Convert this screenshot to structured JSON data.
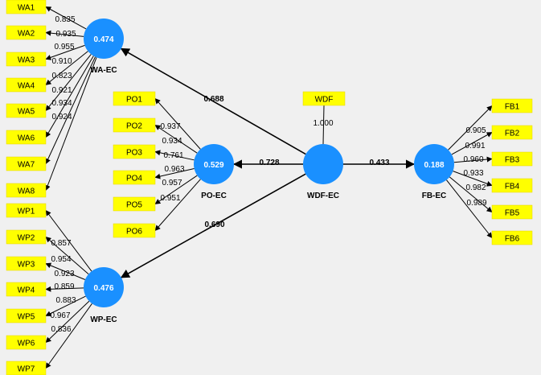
{
  "colors": {
    "latent": "#1a90ff",
    "indicator": "#ffff00",
    "background": "#f0f0f0",
    "arrow": "#000000"
  },
  "latents": [
    {
      "id": "wa",
      "name": "WA-EC",
      "value": "0.474"
    },
    {
      "id": "po",
      "name": "PO-EC",
      "value": "0.529"
    },
    {
      "id": "wdf",
      "name": "WDF-EC",
      "value": ""
    },
    {
      "id": "fb",
      "name": "FB-EC",
      "value": "0.188"
    },
    {
      "id": "wp",
      "name": "WP-EC",
      "value": "0.476"
    }
  ],
  "paths": [
    {
      "from": "wdf",
      "to": "wa",
      "value": "0.688"
    },
    {
      "from": "wdf",
      "to": "po",
      "value": "0.728"
    },
    {
      "from": "wdf",
      "to": "fb",
      "value": "0.433"
    },
    {
      "from": "wdf",
      "to": "wp",
      "value": "0.690"
    }
  ],
  "indicators": {
    "wa": [
      {
        "label": "WA1",
        "loading": "0.835"
      },
      {
        "label": "WA2",
        "loading": "0.935"
      },
      {
        "label": "WA3",
        "loading": "0.955"
      },
      {
        "label": "WA4",
        "loading": "0.910"
      },
      {
        "label": "WA5",
        "loading": "0.823"
      },
      {
        "label": "WA6",
        "loading": "0.921"
      },
      {
        "label": "WA7",
        "loading": "0.934"
      },
      {
        "label": "WA8",
        "loading": "0.924"
      }
    ],
    "po": [
      {
        "label": "PO1",
        "loading": "0.937"
      },
      {
        "label": "PO2",
        "loading": "0.934"
      },
      {
        "label": "PO3",
        "loading": "0.761"
      },
      {
        "label": "PO4",
        "loading": "0.963"
      },
      {
        "label": "PO5",
        "loading": "0.957"
      },
      {
        "label": "PO6",
        "loading": "0.951"
      }
    ],
    "fb": [
      {
        "label": "FB1",
        "loading": "0.905"
      },
      {
        "label": "FB2",
        "loading": "0.991"
      },
      {
        "label": "FB3",
        "loading": "0.960"
      },
      {
        "label": "FB4",
        "loading": "0.933"
      },
      {
        "label": "FB5",
        "loading": "0.982"
      },
      {
        "label": "FB6",
        "loading": "0.989"
      }
    ],
    "wp": [
      {
        "label": "WP1",
        "loading": "0.857"
      },
      {
        "label": "WP2",
        "loading": "0.954"
      },
      {
        "label": "WP3",
        "loading": "0.923"
      },
      {
        "label": "WP4",
        "loading": "0.859"
      },
      {
        "label": "WP5",
        "loading": "0.883"
      },
      {
        "label": "WP6",
        "loading": "0.967"
      },
      {
        "label": "WP7",
        "loading": "0.836"
      }
    ],
    "wdf": [
      {
        "label": "WDF",
        "loading": "1.000"
      }
    ]
  }
}
